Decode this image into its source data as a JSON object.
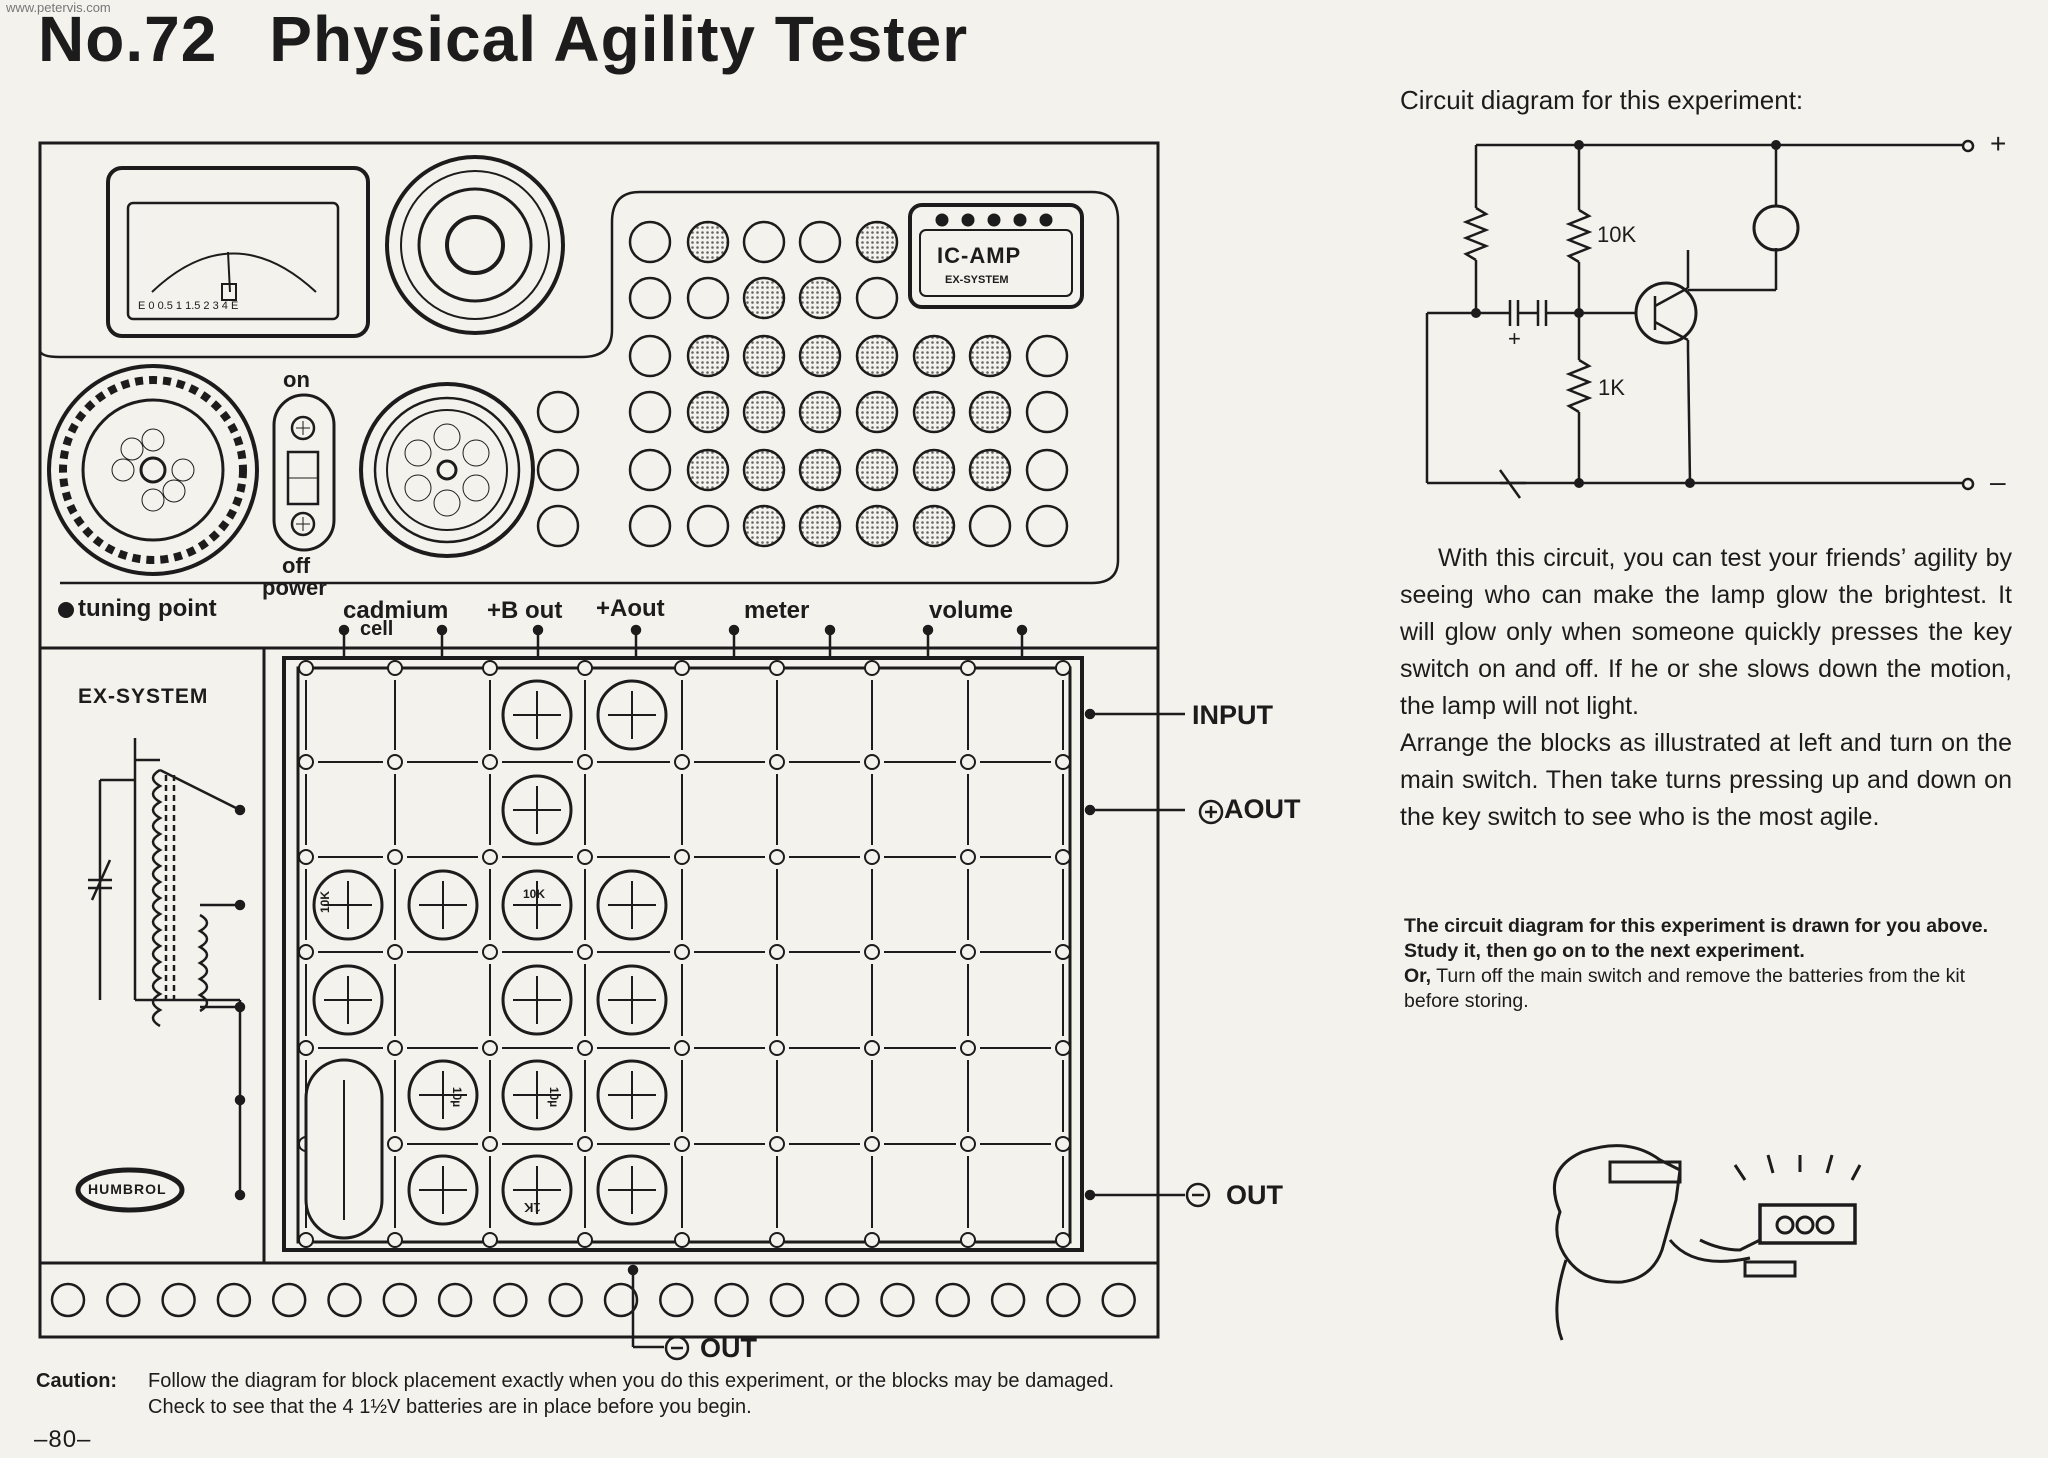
{
  "site": "www.petervis.com",
  "header": {
    "number": "No.72",
    "title": "Physical Agility Tester"
  },
  "panel": {
    "meter_scale": "E 0 0.5 1 1.5 2 3 4 E",
    "ic_amp": "IC-AMP",
    "ex_system_small": "EX-SYSTEM",
    "switch_on": "on",
    "switch_off": "off",
    "power": "power",
    "tuning_point": "tuning point",
    "terminals": {
      "cadmium": "cadmium",
      "cell": "cell",
      "bout": "+B out",
      "aout": "+Aout",
      "meter": "meter",
      "volume": "volume"
    },
    "ex_system": "EX-SYSTEM",
    "brand": "HUMBROL",
    "input": "INPUT",
    "aout_label": "AOUT",
    "out_label": "OUT",
    "out_bottom": "OUT",
    "block_10k": "10K",
    "block_1k": "1K",
    "block_10u": "10µ"
  },
  "circuit": {
    "caption": "Circuit diagram for this experiment:",
    "r1": "10K",
    "r2": "1K",
    "plus": "+",
    "minus": "–"
  },
  "text": {
    "p1": "With this circuit, you can test your friends’ agility by seeing who can make the lamp glow the brightest. It will glow only when someone quickly presses the key switch on and off. If he or she slows down the motion, the lamp will not light.",
    "p2": "Arrange the blocks as illustrated at left and turn on the main switch. Then take turns pressing up and down on the key switch to see who is the most agile.",
    "s1": "The circuit diagram for this experiment is drawn for you above. Study it, then go on to the next experiment.",
    "s2_or": "Or,",
    "s2": " Turn off the main switch and remove the batteries from the kit before storing."
  },
  "caution": {
    "label": "Caution:",
    "text": "Follow the diagram for block placement exactly when you do this experiment, or the blocks may be damaged. Check to see that the 4 1½V batteries are in place before you begin."
  },
  "page_number": "–80–"
}
